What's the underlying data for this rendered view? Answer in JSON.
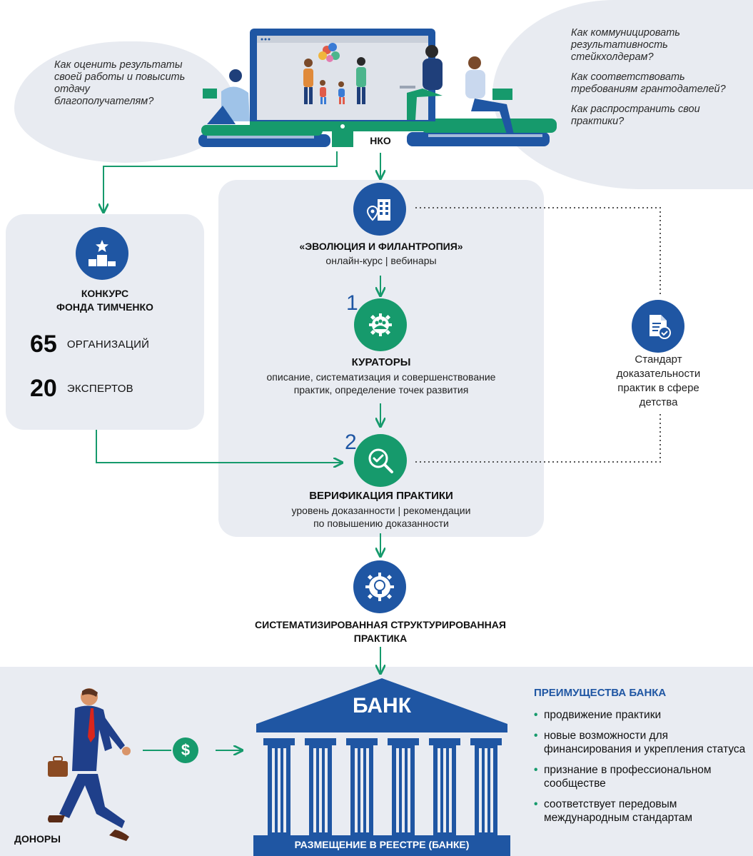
{
  "header": {
    "left_question": "Как оценить результаты своей работы и повысить отдачу благополучателям?",
    "right_questions": [
      "Как коммуницировать результативность стейкхолдерам?",
      "Как соответствовать требованиям грантодателей?",
      "Как распространить свои практики?"
    ],
    "nko_label": "НКО"
  },
  "contest": {
    "title_line1": "КОНКУРС",
    "title_line2": "ФОНДА ТИМЧЕНКО",
    "stats": [
      {
        "number": "65",
        "label": "ОРГАНИЗАЦИЙ"
      },
      {
        "number": "20",
        "label": "ЭКСПЕРТОВ"
      }
    ]
  },
  "flow": {
    "evolution": {
      "title": "«ЭВОЛЮЦИЯ И ФИЛАНТРОПИЯ»",
      "subtitle": "онлайн-курс | вебинары"
    },
    "curators": {
      "step": "1",
      "title": "КУРАТОРЫ",
      "line1": "описание, систематизация и совершенствование",
      "line2": "практик, определение точек развития"
    },
    "verification": {
      "step": "2",
      "title": "ВЕРИФИКАЦИЯ ПРАКТИКИ",
      "line1": "уровень доказанности | рекомендации",
      "line2": "по повышению доказанности"
    },
    "result": {
      "line1": "СИСТЕМАТИЗИРОВАННАЯ СТРУКТУРИРОВАННАЯ",
      "line2": "ПРАКТИКА"
    }
  },
  "standard": {
    "lines": [
      "Стандарт",
      "доказательности",
      "практик в сфере",
      "детства"
    ]
  },
  "bank": {
    "label": "БАНК",
    "footer": "РАЗМЕЩЕНИЕ В РЕЕСТРЕ (БАНКЕ)",
    "donors_label": "ДОНОРЫ",
    "money_symbol": "$",
    "advantages_title": "ПРЕИМУЩЕСТВА БАНКА",
    "advantages": [
      "продвижение практики",
      "новые возможности для финансирования и укрепления статуса",
      "признание в профессиональном сообществе",
      "соответствует передовым международным стандартам"
    ],
    "bullet": "•"
  },
  "colors": {
    "blue": "#1f56a3",
    "green": "#169a6c",
    "panel": "#e9ecf2"
  },
  "icons": {
    "evolution": "building-location-icon",
    "contest": "podium-star-icon",
    "curators": "people-gear-icon",
    "verification": "magnifier-check-icon",
    "standard": "document-check-icon",
    "result": "gear-lightbulb-icon",
    "bank": "bank-building-icon",
    "money": "dollar-coin-icon"
  }
}
